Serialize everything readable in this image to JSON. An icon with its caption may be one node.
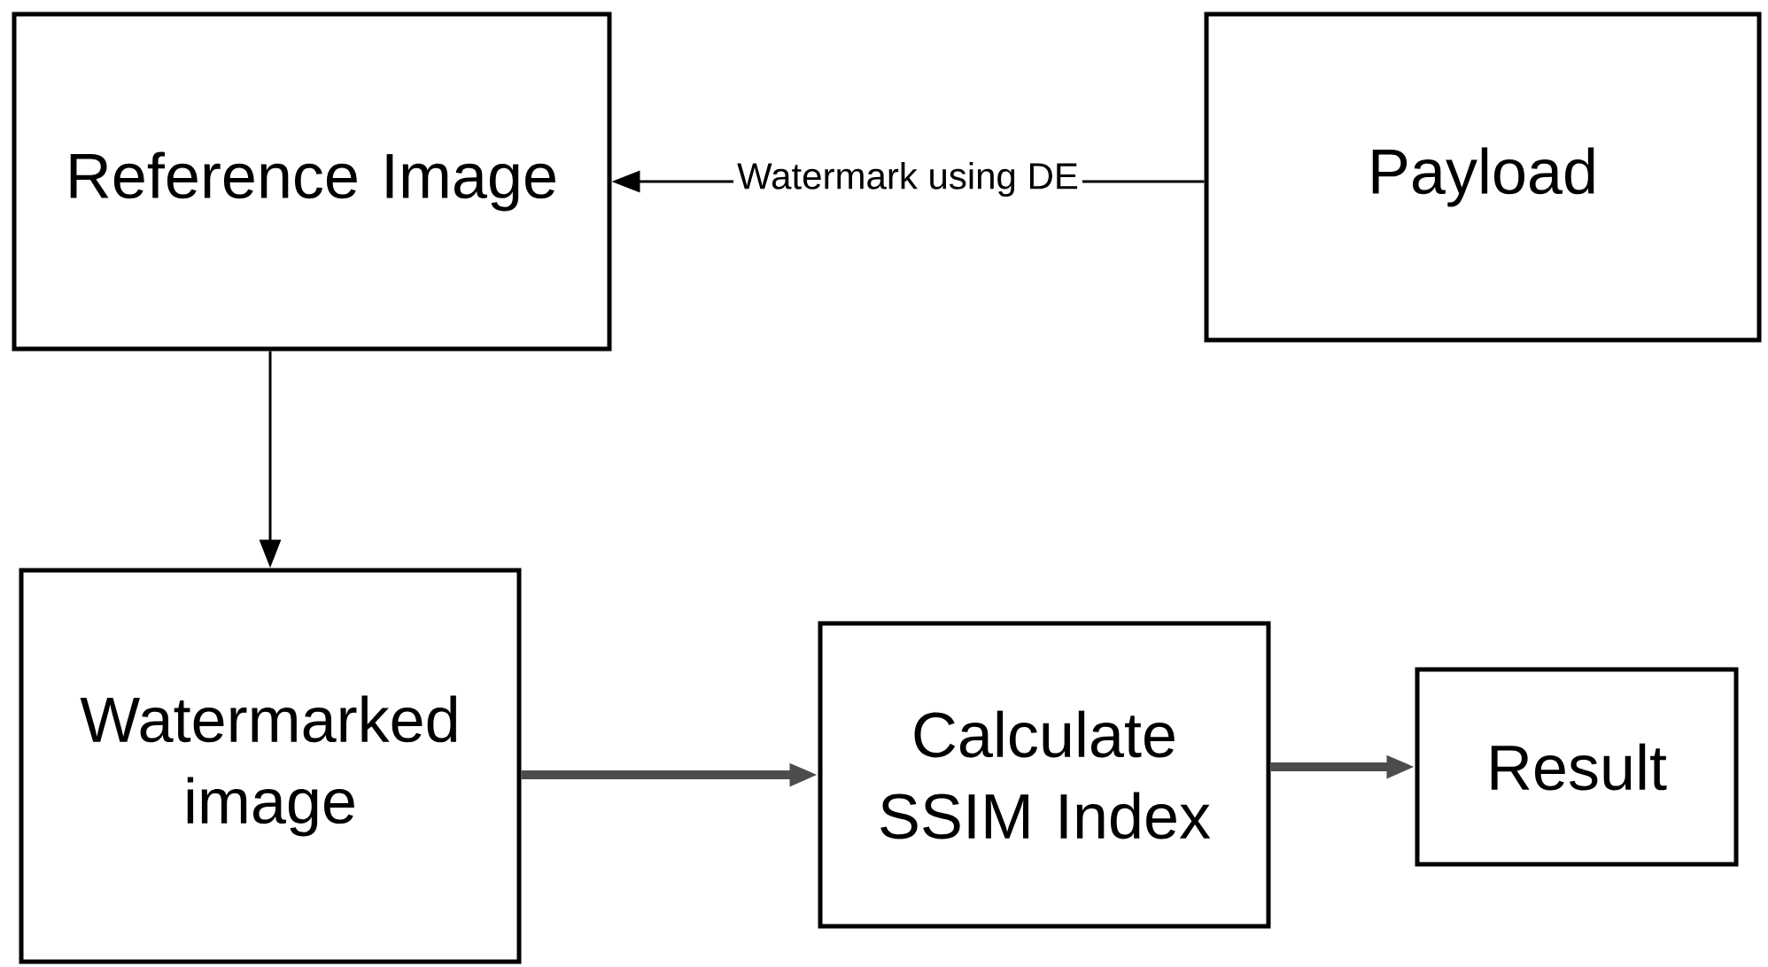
{
  "diagram": {
    "nodes": [
      {
        "text": [
          "Reference Image"
        ]
      },
      {
        "text": [
          "Payload"
        ]
      },
      {
        "text": [
          "Watermarked image"
        ]
      },
      {
        "text": [
          "Calculate SSIM Index"
        ]
      },
      {
        "text": [
          "Result"
        ]
      }
    ],
    "edges": [
      {
        "from": 1,
        "to": 0,
        "arrow": "to",
        "label": "Watermark using DE"
      },
      {
        "from": 0,
        "to": 2,
        "arrow": "to"
      },
      {
        "from": 2,
        "to": 3,
        "arrow": "to",
        "style": "thick"
      },
      {
        "from": 3,
        "to": 4,
        "arrow": "to",
        "style": "thick"
      }
    ]
  }
}
